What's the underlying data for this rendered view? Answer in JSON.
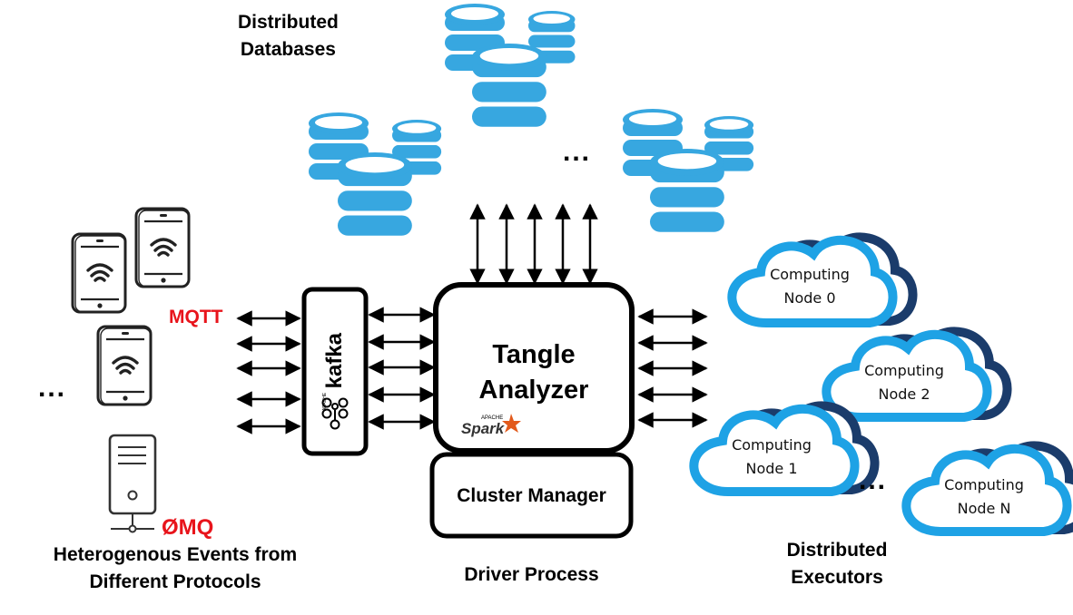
{
  "labels": {
    "distributed_databases": [
      "Distributed",
      "Databases"
    ],
    "heterogenous_events": [
      "Heterogenous Events from",
      "Different Protocols"
    ],
    "driver_process": "Driver Process",
    "distributed_executors": [
      "Distributed",
      "Executors"
    ]
  },
  "protocols": {
    "mqtt": "MQTT",
    "zeromq": "ØMQ"
  },
  "kafka": {
    "apache": "APACHE",
    "name": "kafka"
  },
  "analyzer": {
    "title": [
      "Tangle",
      "Analyzer"
    ],
    "spark_apache": "APACHE",
    "spark_name": "Spark"
  },
  "cluster_manager": "Cluster Manager",
  "computing_nodes": [
    {
      "line1": "Computing",
      "line2": "Node 0"
    },
    {
      "line1": "Computing",
      "line2": "Node 2"
    },
    {
      "line1": "Computing",
      "line2": "Node 1"
    },
    {
      "line1": "Computing",
      "line2": "Node N"
    }
  ],
  "ellipsis": "...",
  "colors": {
    "database_blue": "#37a7e0",
    "cloud_light": "#1ea2e5",
    "cloud_dark": "#1b3c6b",
    "protocol_red": "#e8141b",
    "spark_orange": "#e25a1c"
  },
  "icons": [
    "database-icon",
    "tablet-wifi-icon",
    "server-icon",
    "cloud-icon",
    "bidirectional-arrow-icon",
    "kafka-logo",
    "spark-logo"
  ]
}
